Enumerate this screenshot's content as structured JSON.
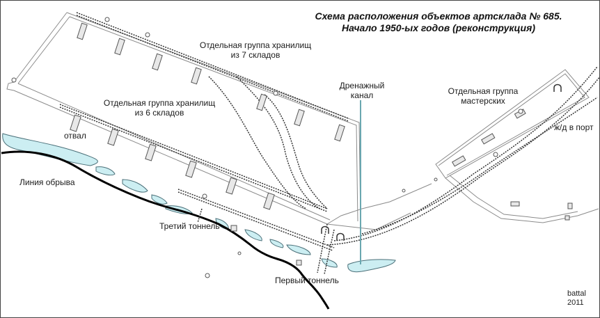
{
  "title": {
    "line1": "Схема расположения объектов артсклада № 685.",
    "line2": "Начало 1950-ых годов (реконструкция)"
  },
  "labels": {
    "group7_line1": "Отдельная группа хранилищ",
    "group7_line2": "из 7 складов",
    "group6_line1": "Отдельная группа хранилищ",
    "group6_line2": "из 6 складов",
    "drainage_line1": "Дренажный",
    "drainage_line2": "канал",
    "workshops_line1": "Отдельная группа",
    "workshops_line2": "мастерских",
    "railway_to_port": "ж/д в порт",
    "dump": "отвал",
    "cliff_line": "Линия обрыва",
    "third_tunnel": "Третий тоннель",
    "first_tunnel": "Первый тоннель"
  },
  "credit": {
    "author": "battal",
    "year": "2011"
  },
  "colors": {
    "water": "#cceef2",
    "water_stroke": "#4a6f78",
    "drain": "#6aa7b0",
    "cliff": "#000000",
    "road": "#8a8a8a",
    "rail": "#333333"
  }
}
